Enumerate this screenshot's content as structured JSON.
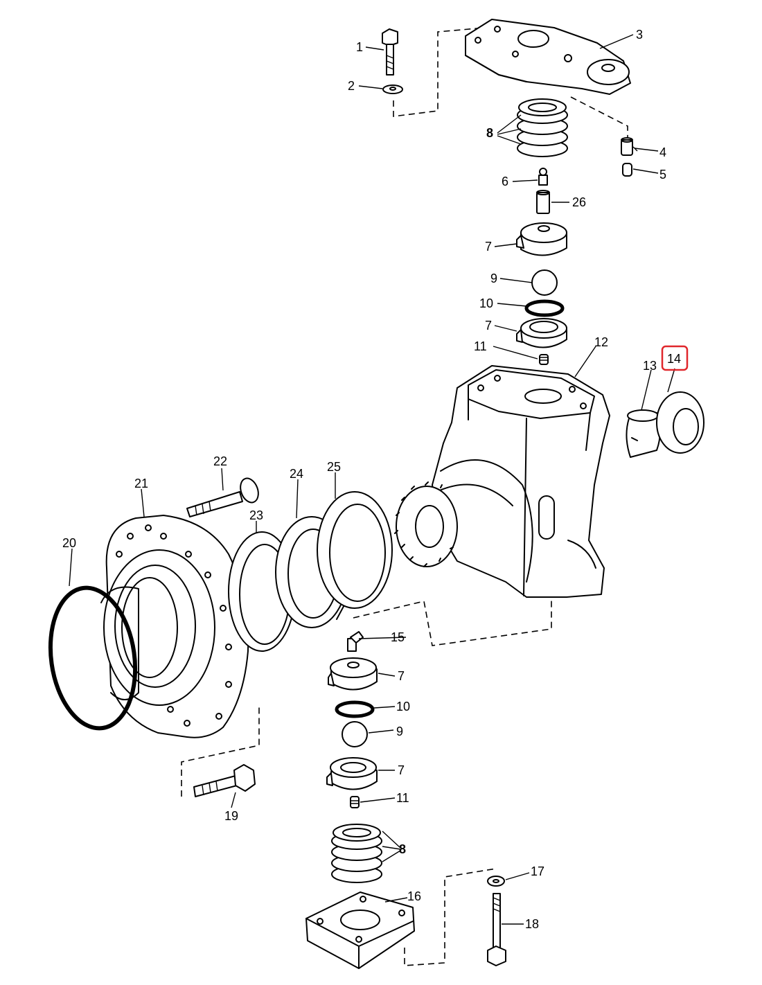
{
  "callouts": {
    "p1": "1",
    "p2": "2",
    "p3": "3",
    "p4": "4",
    "p5": "5",
    "p6": "6",
    "p7a": "7",
    "p7b": "7",
    "p7c": "7",
    "p7d": "7",
    "p8a": "8",
    "p8b": "8",
    "p9a": "9",
    "p9b": "9",
    "p10a": "10",
    "p10b": "10",
    "p11a": "11",
    "p11b": "11",
    "p12": "12",
    "p13": "13",
    "p14": "14",
    "p15": "15",
    "p16": "16",
    "p17": "17",
    "p18": "18",
    "p19": "19",
    "p20": "20",
    "p21": "21",
    "p22": "22",
    "p23": "23",
    "p24": "24",
    "p25": "25",
    "p26": "26"
  },
  "highlight": {
    "part": "14",
    "color": "#e0262b"
  }
}
